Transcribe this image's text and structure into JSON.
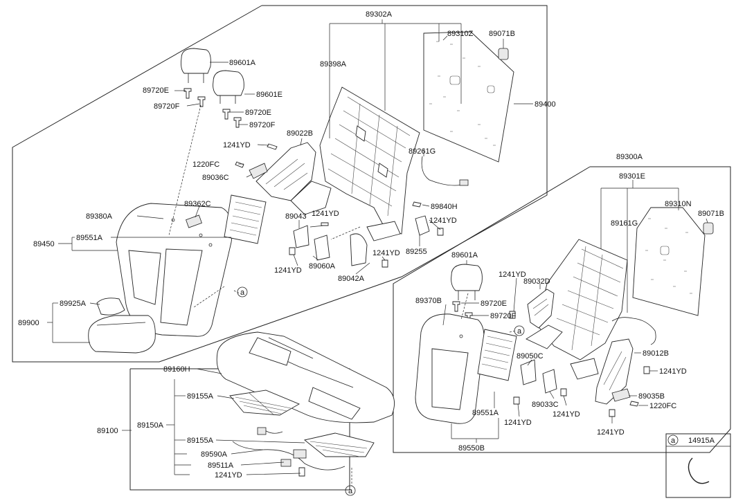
{
  "labels": {
    "p89302A": "89302A",
    "p89398A": "89398A",
    "p89310Z": "89310Z",
    "p89071B_top": "89071B",
    "p89400": "89400",
    "p89601A_top": "89601A",
    "p89601E": "89601E",
    "p89720E_top1": "89720E",
    "p89720F_top1": "89720F",
    "p89720E_top2": "89720E",
    "p89720F_top2": "89720F",
    "p89022B": "89022B",
    "p1241YD_a": "1241YD",
    "p1220FC_a": "1220FC",
    "p89036C": "89036C",
    "p89261G": "89261G",
    "p89840H": "89840H",
    "p89362C": "89362C",
    "p89380A": "89380A",
    "p89551A_left": "89551A",
    "p89450": "89450",
    "p89043": "89043",
    "p1241YD_b": "1241YD",
    "p1241YD_c": "1241YD",
    "p1241YD_d": "1241YD",
    "p1241YD_e": "1241YD",
    "p89060A": "89060A",
    "p89255": "89255",
    "p89042A": "89042A",
    "p89925A": "89925A",
    "p89900": "89900",
    "circle_a1": "a",
    "p89160H": "89160H",
    "p89155A_1": "89155A",
    "p89150A": "89150A",
    "p89100": "89100",
    "p89155A_2": "89155A",
    "p89590A": "89590A",
    "p89511A": "89511A",
    "p1241YD_f": "1241YD",
    "circle_a2": "a",
    "p89300A": "89300A",
    "p89301E": "89301E",
    "p89310N": "89310N",
    "p89071B_right": "89071B",
    "p89161G": "89161G",
    "p89601A_right": "89601A",
    "p1241YD_g": "1241YD",
    "p89032D": "89032D",
    "p89370B": "89370B",
    "p89720E_right": "89720E",
    "p89720F_right": "89720F",
    "circle_a3": "a",
    "p89050C": "89050C",
    "p89012B": "89012B",
    "p1241YD_h": "1241YD",
    "p89035B": "89035B",
    "p1220FC_b": "1220FC",
    "p89033C": "89033C",
    "p1241YD_i": "1241YD",
    "p1241YD_j": "1241YD",
    "p89551A_right": "89551A",
    "p1241YD_k": "1241YD",
    "p89550B": "89550B",
    "legend_a": "a",
    "p14915A": "14915A"
  }
}
